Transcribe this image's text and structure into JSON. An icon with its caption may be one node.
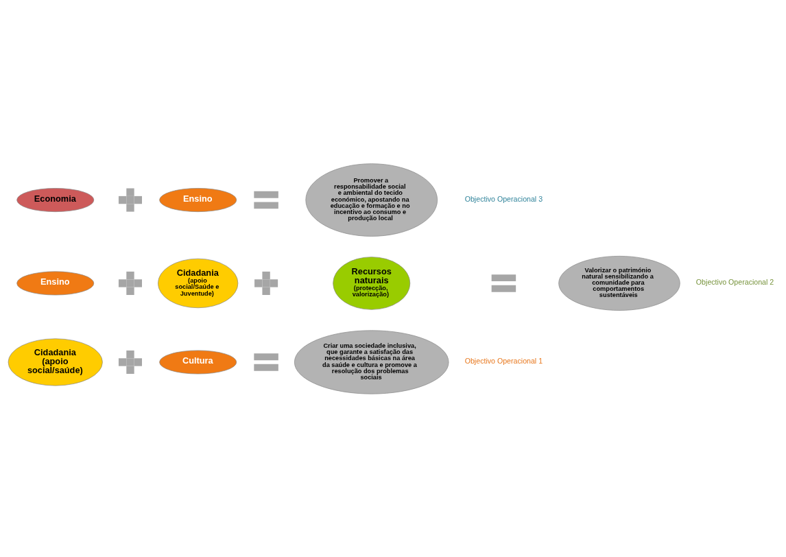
{
  "diagram": {
    "nodes": [
      {
        "text": [
          "Cidadania (apoio social/saúde)"
        ]
      },
      {
        "text": [],
        "shape": "plus"
      },
      {
        "text": [
          "Cultura"
        ]
      },
      {
        "text": [],
        "shape": "equals"
      },
      {
        "text": [
          "Criar uma sociedade inclusiva, que garante a satisfação das necessidades básicas na área da saúde e cultura e promove a resolução dos problemas sociais"
        ]
      },
      {
        "text": [
          "Ensino"
        ]
      },
      {
        "text": [],
        "shape": "plus"
      },
      {
        "text": [
          "Cidadania",
          "(apoio social/Saúde e Juventude)"
        ]
      },
      {
        "text": [],
        "shape": "plus"
      },
      {
        "text": [
          "Recursos naturais",
          "(protecção, valorização)"
        ]
      },
      {
        "text": [],
        "shape": "equals"
      },
      {
        "text": [
          "Valorizar o património natural sensibilizando a comunidade para comportamentos sustentáveis"
        ]
      },
      {
        "text": [
          "Economia"
        ]
      },
      {
        "text": [],
        "shape": "plus"
      },
      {
        "text": [
          "Ensino"
        ]
      },
      {
        "text": [],
        "shape": "equals"
      },
      {
        "text": [
          "Promover a responsabilidade social e ambiental do tecido económico, apostando na educação e formação e no incentivo ao consumo e produção local"
        ]
      }
    ],
    "edges": [],
    "labels": [
      "Objectivo Operacional 1",
      "Objectivo Operacional 2",
      "Objectivo Operacional 3"
    ]
  }
}
